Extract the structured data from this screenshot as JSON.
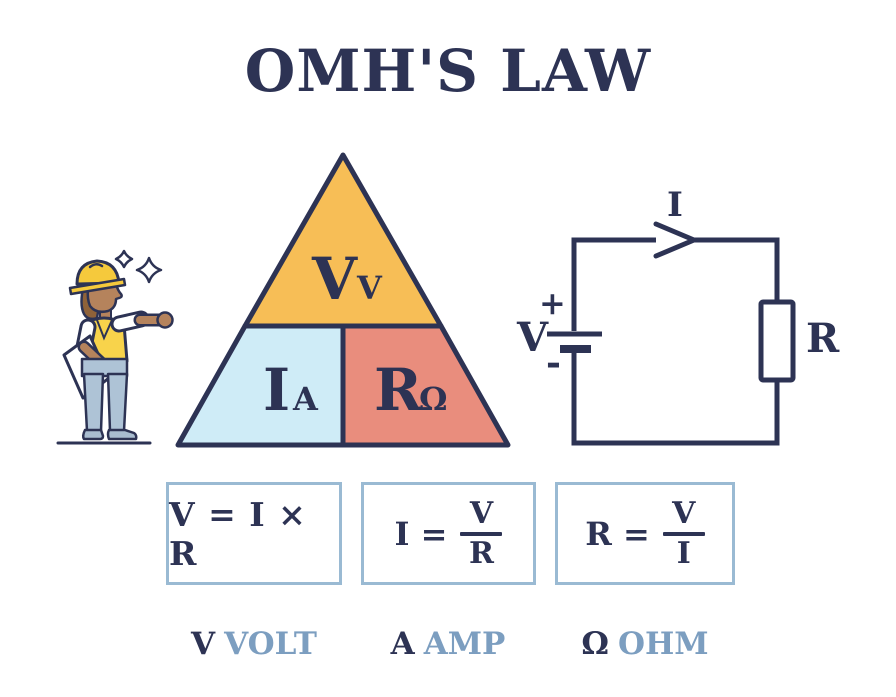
{
  "title": "OMH'S LAW",
  "triangle": {
    "voltage": {
      "symbol": "V",
      "subscript": "V"
    },
    "current": {
      "symbol": "I",
      "subscript": "A"
    },
    "resistance": {
      "symbol": "R",
      "subscript": "Ω"
    }
  },
  "circuit": {
    "current_label": "I",
    "source_label": "V",
    "plus_sign": "+",
    "minus_sign": "-",
    "resistor_label": "R"
  },
  "formulas": [
    {
      "expression": "V = I × R"
    },
    {
      "lhs": "I =",
      "numerator": "V",
      "denominator": "R"
    },
    {
      "lhs": "R =",
      "numerator": "V",
      "denominator": "I"
    }
  ],
  "legend": [
    {
      "symbol": "V",
      "word": "VOLT"
    },
    {
      "symbol": "A",
      "word": "AMP"
    },
    {
      "symbol": "Ω",
      "word": "OHM"
    }
  ],
  "colors": {
    "outline_navy": "#2D3354",
    "voltage_yellow": "#F7BE56",
    "current_blue": "#CFECF7",
    "resistance_salmon": "#E98D7D",
    "box_border_blue": "#9ABAD3",
    "legend_word_blue": "#7C9EC0",
    "hat_yellow": "#F5C93C",
    "vest_yellow": "#F8D34B",
    "skin_brown": "#B5835C",
    "pants_blue": "#AEC3D6"
  }
}
